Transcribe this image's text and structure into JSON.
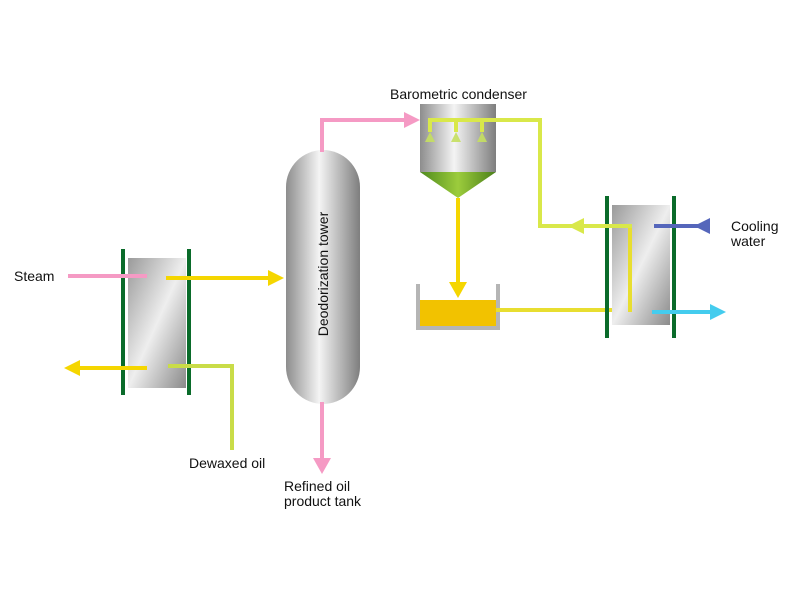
{
  "labels": {
    "steam": "Steam",
    "dewaxed_oil": "Dewaxed oil",
    "deodorization_tower": "Deodorization tower",
    "refined_oil_line1": "Refined oil",
    "refined_oil_line2": "product tank",
    "barometric_condenser": "Barometric condenser",
    "cooling_line1": "Cooling",
    "cooling_line2": "water"
  },
  "colors": {
    "steam_pink": "#f59ac4",
    "vapor_yellow": "#f5d600",
    "oil_yellow_green": "#d9e84a",
    "condensate_green": "#9acd32",
    "cooling_blue_dark": "#5566bb",
    "cooling_blue_light": "#44ccee",
    "exchanger_frame": "#0a6b2a",
    "vessel_gray": "#a8a8a8",
    "tank_liquid": "#f2c200"
  }
}
